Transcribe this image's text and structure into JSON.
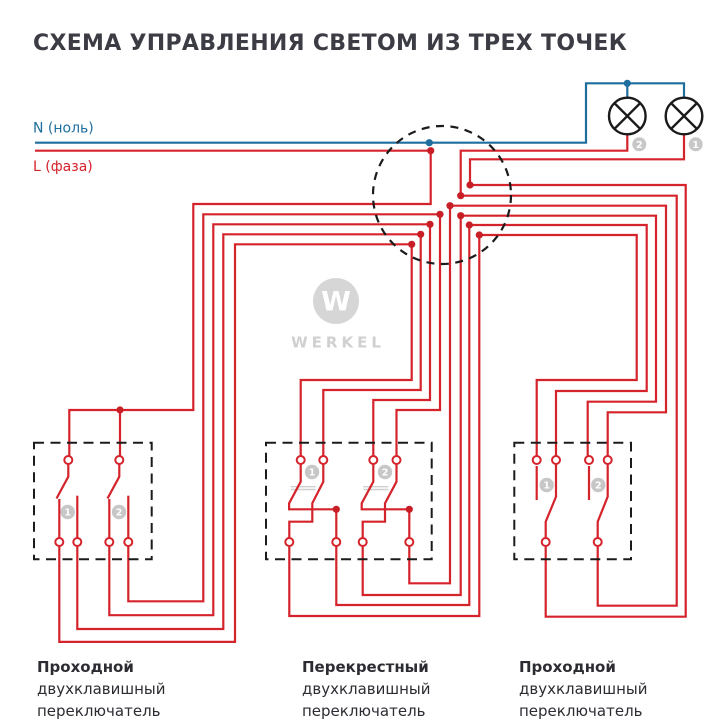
{
  "title": "СХЕМА УПРАВЛЕНИЯ СВЕТОМ ИЗ ТРЕХ ТОЧЕК",
  "power": {
    "neutral_label": "N (ноль)",
    "phase_label": "L (фаза)"
  },
  "lamps": {
    "lamp_1_badge": "1",
    "lamp_2_badge": "2"
  },
  "watermark": {
    "monogram": "W",
    "brand": "WERKEL"
  },
  "switches": {
    "left": {
      "badge_1": "1",
      "badge_2": "2",
      "label_line1": "Проходной",
      "label_line2": "двухклавишный",
      "label_line3": "переключатель"
    },
    "middle": {
      "badge_1": "1",
      "badge_2": "2",
      "label_line1": "Перекрестный",
      "label_line2": "двухклавишный",
      "label_line3": "переключатель"
    },
    "right": {
      "badge_1": "1",
      "badge_2": "2",
      "label_line1": "Проходной",
      "label_line2": "двухклавишный",
      "label_line3": "переключатель"
    }
  },
  "colors": {
    "wire_phase_red": "#d5232b",
    "wire_neutral_blue": "#1f6e9e",
    "outline_black": "#1b1b1b",
    "badge_gray": "#c7c7c7",
    "watermark_gray": "#d6d6d6",
    "title_color": "#3c3c45"
  }
}
